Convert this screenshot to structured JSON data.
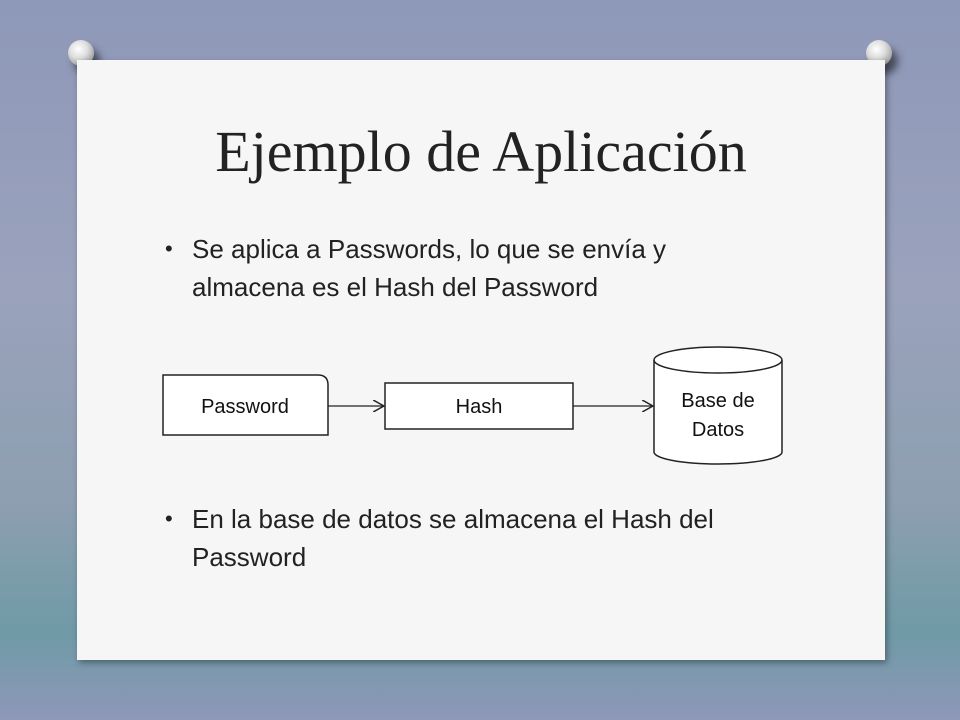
{
  "slide": {
    "title": "Ejemplo de Aplicación",
    "bullets": [
      "Se aplica a Passwords, lo que se envía y almacena es el Hash del Password",
      "En la base de datos se almacena el Hash del Password"
    ],
    "bullet_glyph": "•"
  },
  "diagram": {
    "nodes": {
      "password": "Password",
      "hash": "Hash",
      "database_line1": "Base de",
      "database_line2": "Datos"
    }
  }
}
